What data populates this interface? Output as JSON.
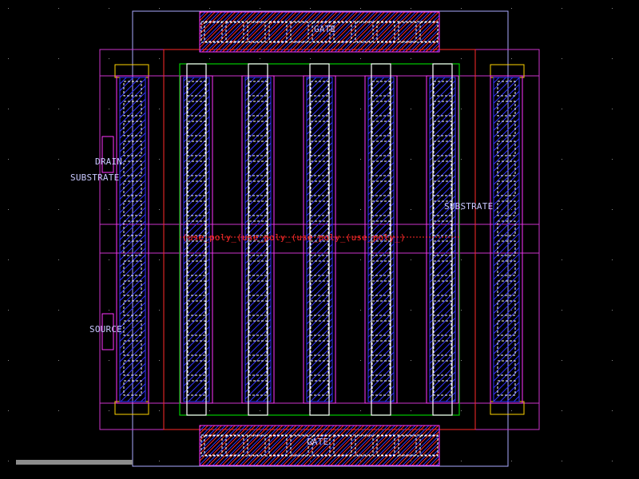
{
  "window": {
    "title": ""
  },
  "colors": {
    "background": "#000000",
    "metal_outline": "#ff33ff",
    "diffusion": "#3333ff",
    "poly": "#ff2a2a",
    "nwell": "#00cc00",
    "contact": "#ffffff",
    "boundary": "#aaaaff",
    "select": "#ffd400",
    "label": "#c8c8ff"
  },
  "labels": {
    "gate_top": "GATE",
    "gate_bottom": "GATE",
    "drain": "DRAIN",
    "substrate_left": "SUBSTRATE",
    "substrate_right": "SUBSTRATE",
    "source": "SOURCE",
    "poly_text": "(use_poly_(use_poly_(use_poly_(use_poly_)"
  },
  "scrollbar": {
    "position": 0.0
  }
}
